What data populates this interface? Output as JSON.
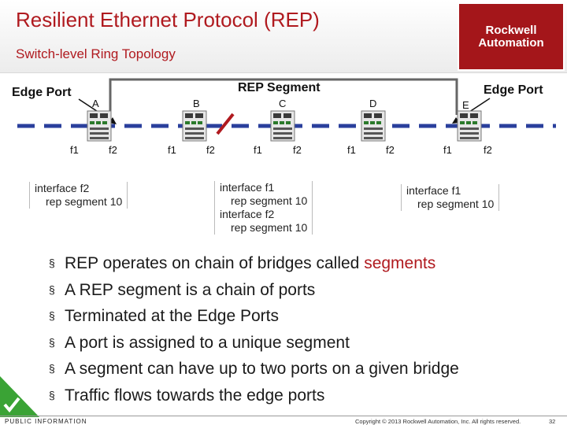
{
  "header": {
    "title": "Resilient Ethernet Protocol (REP)",
    "subtitle": "Switch-level Ring Topology",
    "logo_line1": "Rockwell",
    "logo_line2": "Automation"
  },
  "diagram": {
    "segment_label": "REP Segment",
    "edge_port_left": "Edge Port",
    "edge_port_right": "Edge Port",
    "switches": [
      {
        "name": "A",
        "port_left": "f1",
        "port_right": "f2"
      },
      {
        "name": "B",
        "port_left": "f1",
        "port_right": "f2"
      },
      {
        "name": "C",
        "port_left": "f1",
        "port_right": "f2"
      },
      {
        "name": "D",
        "port_left": "f1",
        "port_right": "f2"
      },
      {
        "name": "E",
        "port_left": "f1",
        "port_right": "f2"
      }
    ],
    "configs": [
      {
        "lines": [
          "interface f2",
          "  rep segment 10"
        ]
      },
      {
        "lines": [
          "interface f1",
          "  rep segment 10",
          "interface f2",
          "  rep segment 10"
        ]
      },
      {
        "lines": [
          "interface f1",
          "  rep segment 10"
        ]
      }
    ],
    "colors": {
      "ring_link": "#2a3f9c",
      "segment_line": "#666666",
      "blocked_mark": "#b01a1f",
      "arrow": "#111111"
    }
  },
  "bullets": {
    "items": [
      {
        "text": "REP operates on chain of bridges called ",
        "highlight": "segments"
      },
      {
        "text": "A REP segment is a chain of ports",
        "highlight": ""
      },
      {
        "text": "Terminated at the Edge Ports",
        "highlight": ""
      },
      {
        "text": "A port is assigned to a unique segment",
        "highlight": ""
      },
      {
        "text": "A segment can have up to two ports on a given bridge",
        "highlight": ""
      },
      {
        "text": "Traffic flows towards the edge ports",
        "highlight": ""
      }
    ],
    "bullet_glyph": "§"
  },
  "footer": {
    "classification": "PUBLIC INFORMATION",
    "copyright": "Copyright © 2013 Rockwell Automation, Inc. All rights reserved.",
    "page": "32"
  }
}
